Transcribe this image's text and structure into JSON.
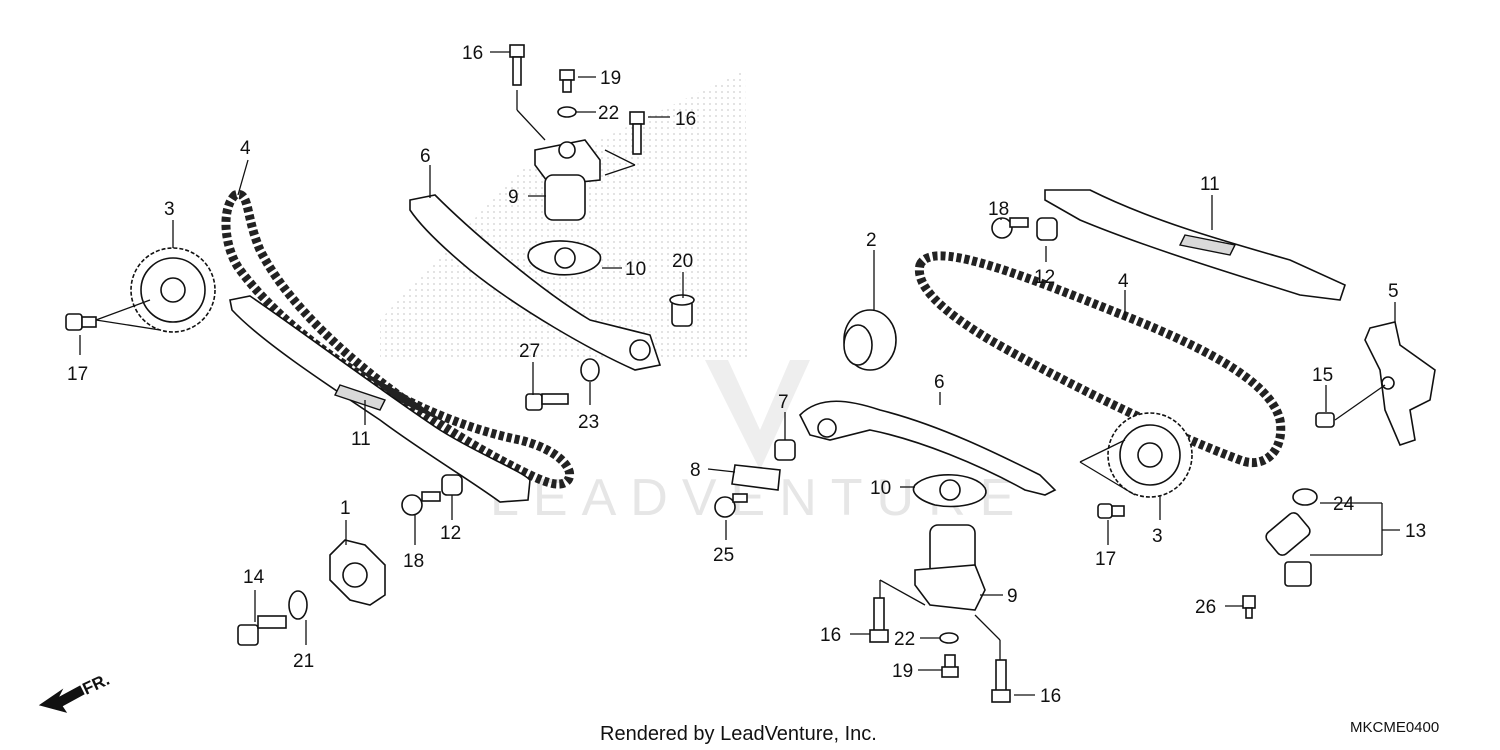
{
  "watermark": "LEADVENTURE",
  "footer": {
    "rendered_by": "Rendered by LeadVenture, Inc.",
    "diagram_code": "MKCME0400"
  },
  "front_indicator": "FR.",
  "callouts": {
    "c1": "1",
    "c2": "2",
    "c3a": "3",
    "c3b": "3",
    "c4a": "4",
    "c4b": "4",
    "c5": "5",
    "c6a": "6",
    "c6b": "6",
    "c7": "7",
    "c8": "8",
    "c9a": "9",
    "c9b": "9",
    "c10a": "10",
    "c10b": "10",
    "c11a": "11",
    "c11b": "11",
    "c12a": "12",
    "c12b": "12",
    "c13": "13",
    "c14": "14",
    "c15": "15",
    "c16a": "16",
    "c16b": "16",
    "c16c": "16",
    "c16d": "16",
    "c17a": "17",
    "c17b": "17",
    "c18a": "18",
    "c18b": "18",
    "c19a": "19",
    "c19b": "19",
    "c20": "20",
    "c21": "21",
    "c22a": "22",
    "c22b": "22",
    "c23": "23",
    "c24": "24",
    "c25": "25",
    "c26": "26",
    "c27": "27"
  }
}
